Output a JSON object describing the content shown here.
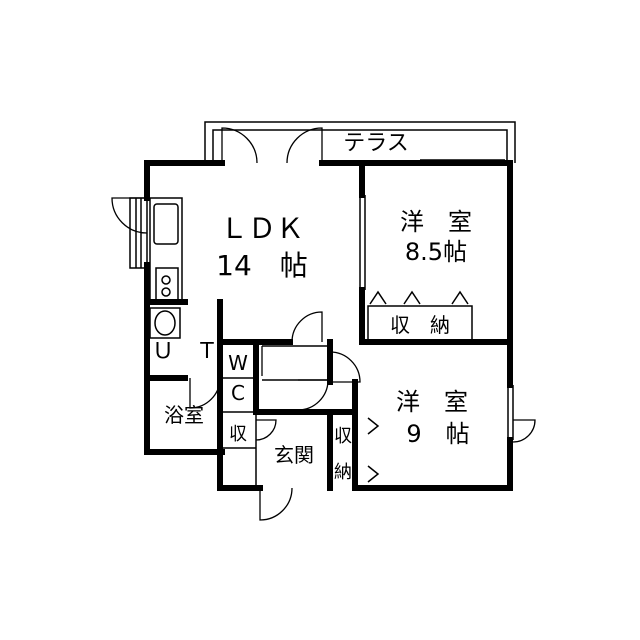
{
  "rooms": {
    "terrace": "テラス",
    "ldk_name": "ＬＤＫ",
    "ldk_size": "14　帖",
    "western1_name": "洋　室",
    "western1_size": "8.5帖",
    "storage1": "収　納",
    "western2_name": "洋　室",
    "western2_size": "9　帖",
    "storage2_top": "収",
    "storage2_bottom": "納",
    "ut": "Ｕ　Ｔ",
    "wc_w": "W",
    "wc_c": "C",
    "bath": "浴室",
    "small_storage": "収",
    "entrance": "玄関"
  },
  "colors": {
    "wall": "#000000",
    "background": "#ffffff",
    "fixture_fill": "#dcdcdc"
  }
}
